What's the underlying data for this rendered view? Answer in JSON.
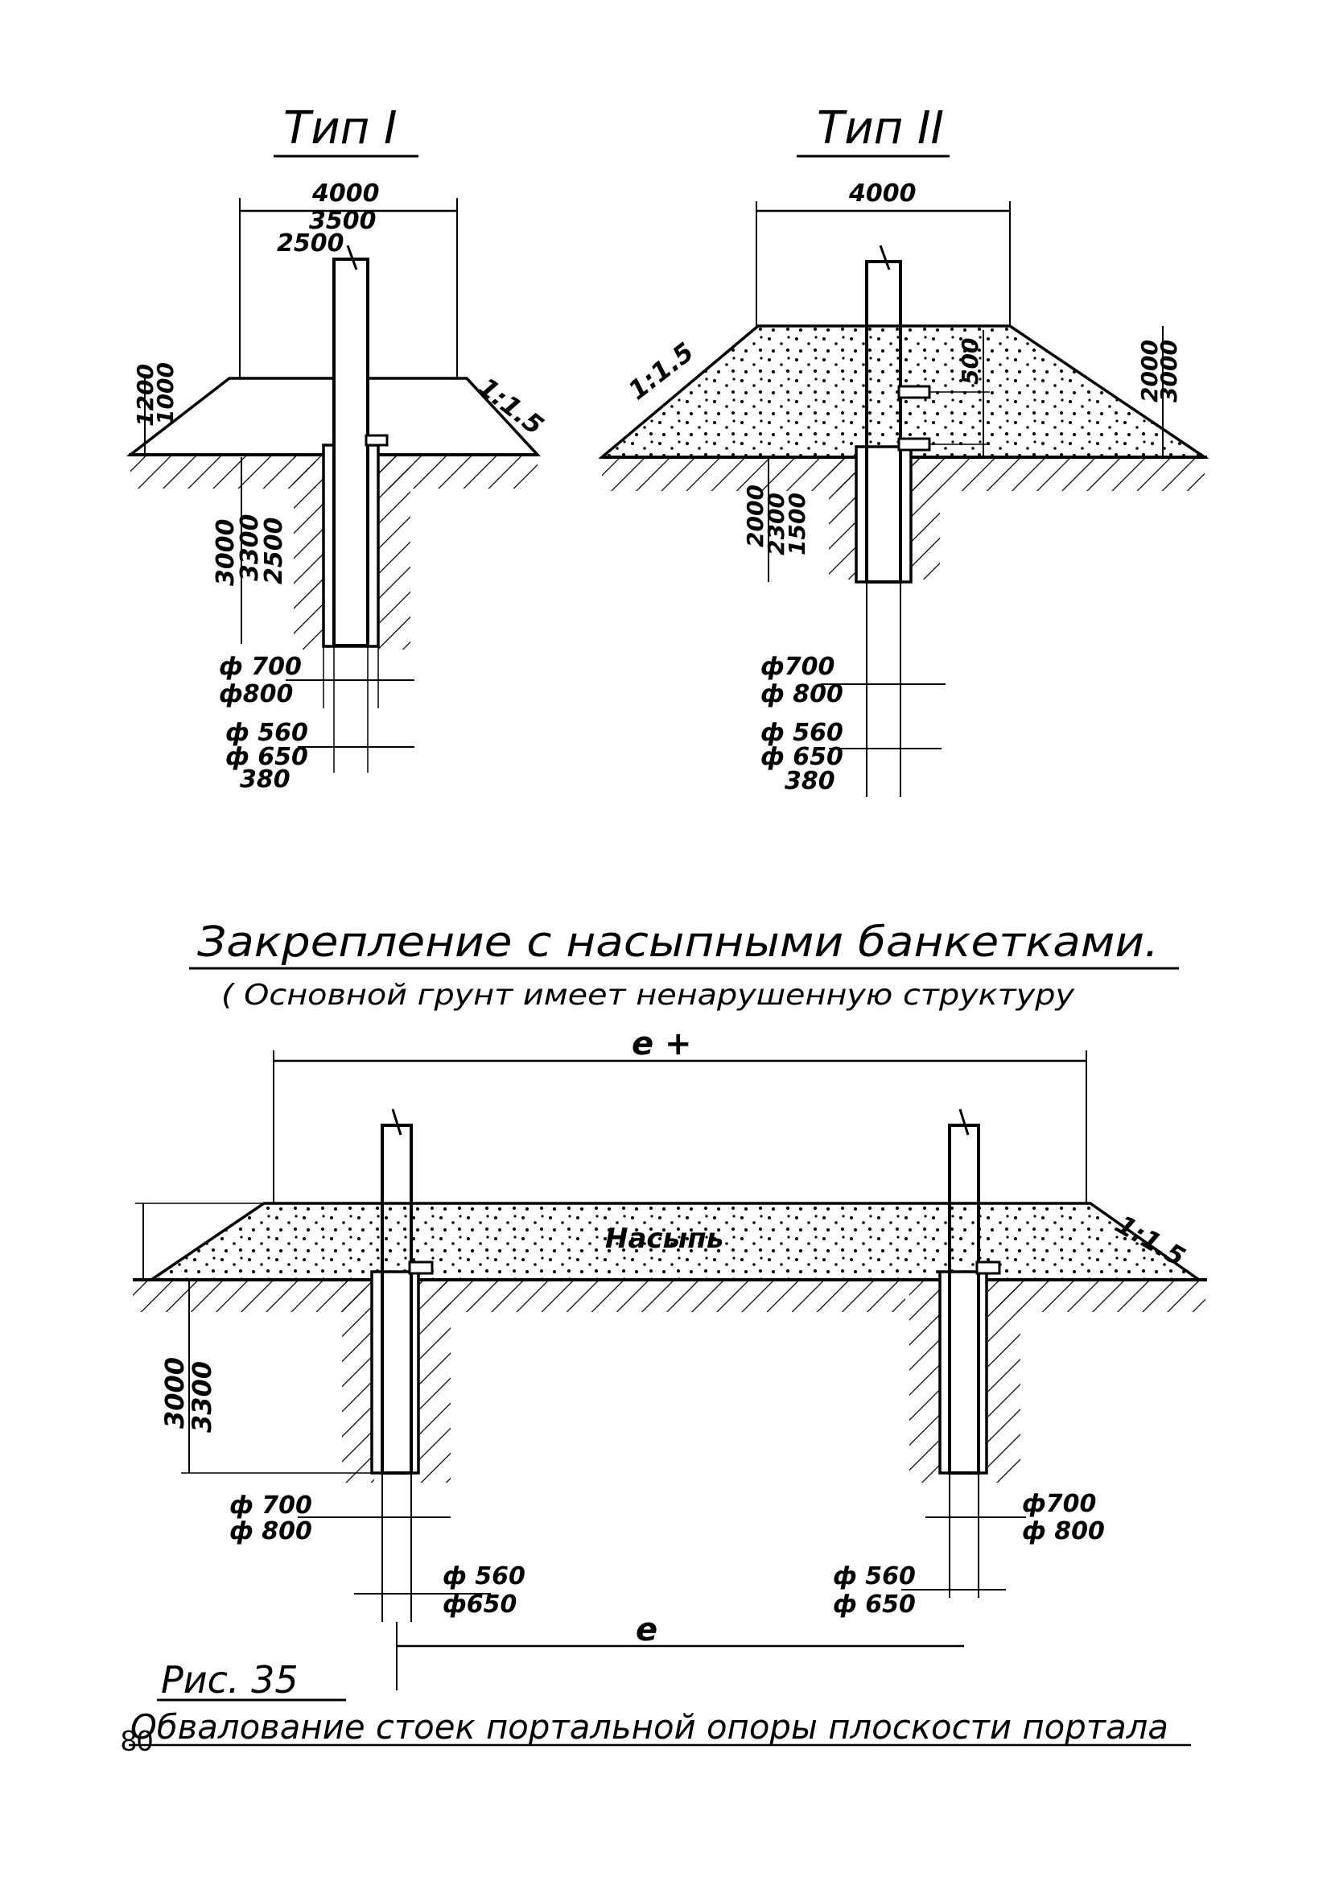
{
  "type1": {
    "title": "Тип I",
    "dim_top": [
      "4000",
      "3500",
      "2500"
    ],
    "dim_height": [
      "1200",
      "1000"
    ],
    "slope": "1:1.5",
    "dim_depth": [
      "3000",
      "3300",
      "2500"
    ],
    "dim_hole": [
      "ф 700",
      "ф800"
    ],
    "dim_post": [
      "ф 560",
      "ф 650",
      "380"
    ]
  },
  "type2": {
    "title": "Тип II",
    "dim_top": "4000",
    "slope": "1:1.5",
    "dim_bolt": "500",
    "dim_height": [
      "2000",
      "3000"
    ],
    "dim_depth": [
      "2000",
      "2300",
      "1500"
    ],
    "dim_hole": [
      "ф700",
      "ф 800"
    ],
    "dim_post": [
      "ф 560",
      "ф 650",
      "380"
    ]
  },
  "heading": "Закрепление с насыпными банкетками.",
  "subheading": "( Основной грунт имеет ненарушенную структуру",
  "portal": {
    "span_top": "е +",
    "fill_label": "Насыпь",
    "slope": "1:1.5",
    "dim_depth": [
      "3000",
      "3300"
    ],
    "left_hole": [
      "ф 700",
      "ф 800"
    ],
    "left_post": [
      "ф 560",
      "ф650"
    ],
    "right_hole": [
      "ф700",
      "ф 800"
    ],
    "right_post": [
      "ф 560",
      "ф 650"
    ],
    "span_bottom": "е"
  },
  "figure_number": "Рис.   35",
  "caption": "Обвалование стоек портальной опоры плоскости портала",
  "page_number": "80"
}
